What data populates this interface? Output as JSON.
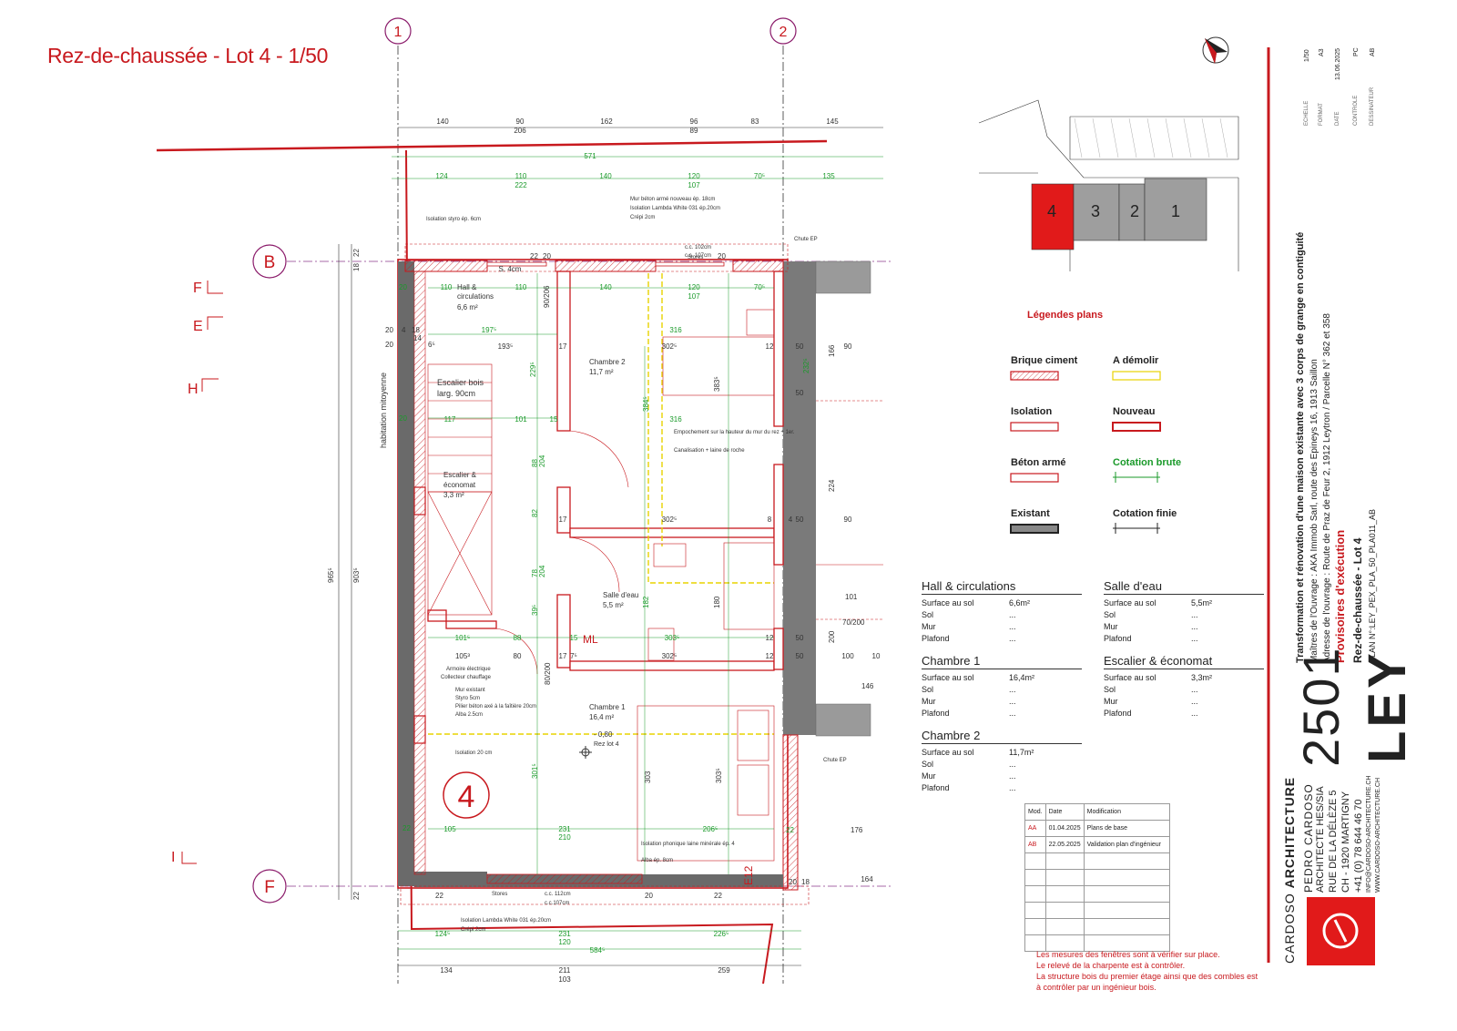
{
  "sheet_title": "Rez-de-chaussée - Lot 4 - 1/50",
  "axes": {
    "a1": "1",
    "a2": "2",
    "aB": "B",
    "aF": "F"
  },
  "section_marks": [
    "F",
    "E",
    "H",
    "I"
  ],
  "lot_number": "4",
  "dims_top_row1": [
    "140",
    "90",
    "206",
    "162",
    "96",
    "89",
    "83",
    "145"
  ],
  "dims_top_row2": [
    "571",
    "124",
    "110",
    "222",
    "140",
    "120",
    "107",
    "70⁵",
    "135"
  ],
  "dims_bottom_row1": [
    "124⁵",
    "231",
    "120",
    "226⁵",
    "584⁵"
  ],
  "dims_bottom_row2": [
    "134",
    "211",
    "103",
    "259"
  ],
  "dims_left": [
    "965⁵",
    "903⁵",
    "18",
    "22",
    "22"
  ],
  "party_wall_label": "habitation mitoyenne",
  "notes_plan": {
    "n1": "Mur béton armé nouveau ép. 18cm",
    "n2": "Isolation Lambda White 031 ép.20cm",
    "n3": "Crépi 2cm",
    "n4": "Isolation styro ép. 6cm",
    "n5": "Chute EP",
    "n6": "Stores",
    "n7": "c.c. 102cm",
    "n8": "c.c. 107cm",
    "n9": "Empochement sur la hauteur du mur du rez + 1er.",
    "n10": "Canalisation + laine de roche",
    "n11": "Armoire électrique",
    "n12": "Collecteur chauffage",
    "n13": "Mur existant",
    "n14": "Styro 5cm",
    "n15": "Pilier béton axé à la faîtière 20cm",
    "n16": "Alba 2.5cm",
    "n17": "Isolation 20 cm",
    "n18": "Isolation phonique laine minérale ép. 4",
    "n19": "Alba ép. 8cm",
    "n20": "Isolation Lambda White 031 ép.20cm",
    "n21": "Crépi 2cm",
    "n22": "c.c. 112cm",
    "n23": "c.c.107cm",
    "n24": "- 0,80",
    "n25": "Rez lot 4",
    "n26": "ML",
    "n27": "E12"
  },
  "rooms_plan": [
    {
      "name": "Hall &",
      "name2": "circulations",
      "area": "6,6 m²"
    },
    {
      "name": "Chambre 2",
      "name2": "",
      "area": "11,7 m²"
    },
    {
      "name": "Escalier bois",
      "name2": "larg. 90cm",
      "area": ""
    },
    {
      "name": "Escalier &",
      "name2": "économat",
      "area": "3,3 m²"
    },
    {
      "name": "Salle d'eau",
      "name2": "",
      "area": "5,5 m²"
    },
    {
      "name": "Chambre 1",
      "name2": "",
      "area": "16,4 m²"
    }
  ],
  "site_lots": [
    "4",
    "3",
    "2",
    "1"
  ],
  "legend": {
    "title": "Légendes plans",
    "items": [
      {
        "label": "Brique ciment",
        "color": "#c8191e"
      },
      {
        "label": "A démolir",
        "color": "#e8d300"
      },
      {
        "label": "Isolation",
        "color": "#c8191e"
      },
      {
        "label": "Nouveau",
        "color": "#c8191e"
      },
      {
        "label": "Béton armé",
        "color": "#c8191e"
      },
      {
        "label": "Cotation brute",
        "color": "#1a9a2a"
      },
      {
        "label": "Existant",
        "color": "#666666"
      },
      {
        "label": "Cotation finie",
        "color": "#222222"
      }
    ]
  },
  "surfaces": [
    {
      "room": "Hall & circulations",
      "rows": [
        [
          "Surface au sol",
          "6,6m²"
        ],
        [
          "Sol",
          "..."
        ],
        [
          "Mur",
          "..."
        ],
        [
          "Plafond",
          "..."
        ]
      ]
    },
    {
      "room": "Salle d'eau",
      "rows": [
        [
          "Surface au sol",
          "5,5m²"
        ],
        [
          "Sol",
          "..."
        ],
        [
          "Mur",
          "..."
        ],
        [
          "Plafond",
          "..."
        ]
      ]
    },
    {
      "room": "Chambre 1",
      "rows": [
        [
          "Surface au sol",
          "16,4m²"
        ],
        [
          "Sol",
          "..."
        ],
        [
          "Mur",
          "..."
        ],
        [
          "Plafond",
          "..."
        ]
      ]
    },
    {
      "room": "Escalier & économat",
      "rows": [
        [
          "Surface au sol",
          "3,3m²"
        ],
        [
          "Sol",
          "..."
        ],
        [
          "Mur",
          "..."
        ],
        [
          "Plafond",
          "..."
        ]
      ]
    },
    {
      "room": "Chambre 2",
      "rows": [
        [
          "Surface au sol",
          "11,7m²"
        ],
        [
          "Sol",
          "..."
        ],
        [
          "Mur",
          "..."
        ],
        [
          "Plafond",
          "..."
        ]
      ]
    }
  ],
  "modifications": {
    "headers": [
      "Mod.",
      "Date",
      "Modification"
    ],
    "rows": [
      [
        "AA",
        "01.04.2025",
        "Plans de base"
      ],
      [
        "AB",
        "22.05.2025",
        "Validation plan d'ingénieur"
      ]
    ]
  },
  "notes_bottom": [
    "Les mesures des fenêtres sont à vérifier sur place.",
    "Le relevé de la charpente est à contrôler.",
    "La structure bois du premier étage ainsi que des combles est",
    "à contrôler par un ingénieur bois."
  ],
  "title_block": {
    "project": "Transformation et rénovation d'une maison existante avec 3 corps de grange en contiguité",
    "owner": "Maîtres de l'Ouvrage : AKA Immob Sarl, route des Epineys 16, 1913 Saillon",
    "address": "Adresse de l'ouvrage : Route de Praz de Feur 2, 1912 Leytron / Parcelle N° 362 et 358",
    "phase": "Provisoires d'exécution",
    "plan_name": "Rez-de-chaussée - Lot 4",
    "plan_no": "PLAN N°:LEY_PEX_PLA_50_PLA011_AB",
    "project_no": "2501",
    "code": "LEY",
    "info": {
      "echelle_label": "ECHELLE",
      "echelle": "1/50",
      "format_label": "FORMAT",
      "format": "A3",
      "date_label": "DATE",
      "date": "13.06.2025",
      "controle_label": "CONTROLE",
      "controle": "PC",
      "dessinateur_label": "DESSINATEUR",
      "dessinateur": "AB"
    },
    "firm1": "CARDOSO",
    "firm2": "ARCHITECTURE",
    "architect": "PEDRO CARDOSO",
    "title": "ARCHITECTE HES/SIA",
    "street": "RUE DE LA DÉLÈZE 5",
    "city": "CH - 1920 MARTIGNY",
    "phone": "+41 (0) 78 644 46 70",
    "email": "INFO@CARDOSO-ARCHITECTURE.CH",
    "web": "WWW.CARDOSO-ARCHITECTURE.CH"
  },
  "colors": {
    "red": "#c8191e",
    "green": "#1a9a2a",
    "grey": "#7a7a7a",
    "yellow": "#e8d300"
  }
}
